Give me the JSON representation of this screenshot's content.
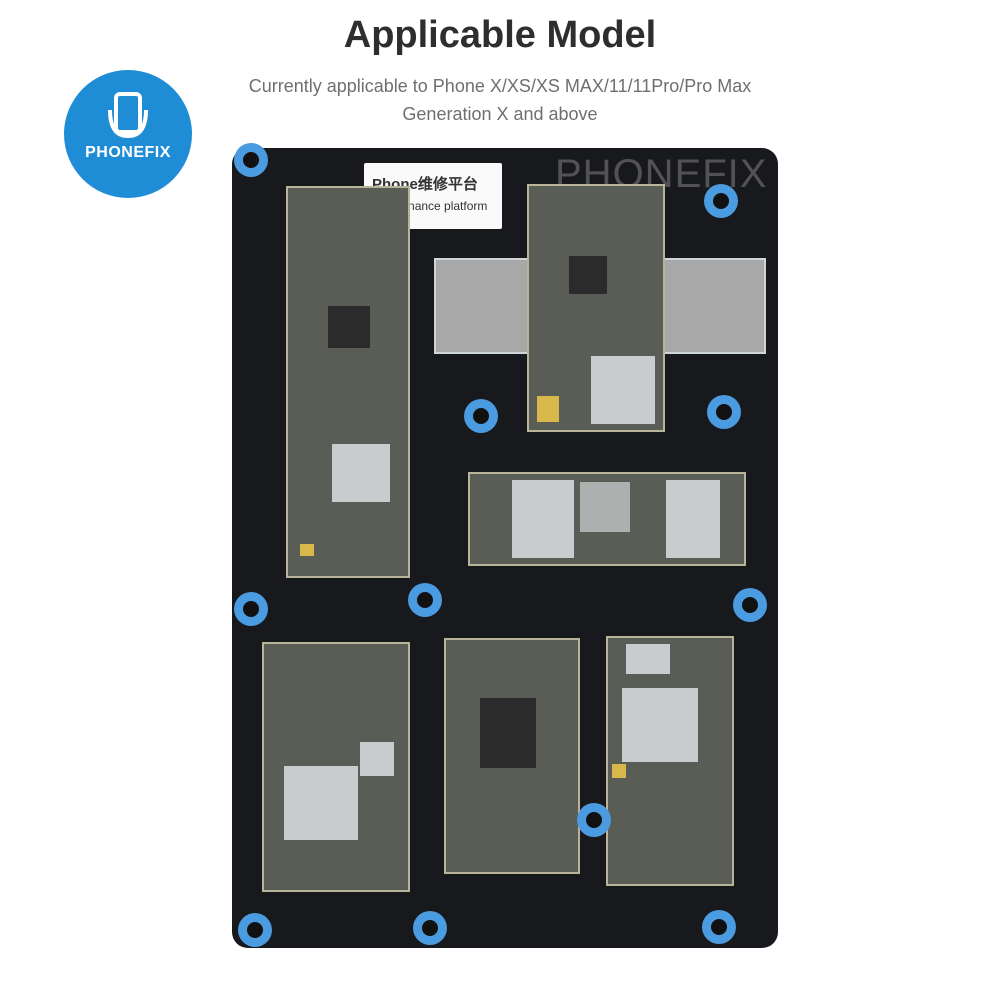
{
  "header": {
    "title": "Applicable Model",
    "subtitle_line1": "Currently applicable to Phone X/XS/XS MAX/11/11Pro/Pro Max",
    "subtitle_line2": "Generation X and above"
  },
  "logo": {
    "text": "PHONEFIX",
    "icon": "phone-repair-icon",
    "color": "#1f8dd6"
  },
  "watermark": {
    "text": "PHONEFIX"
  },
  "platform_label": {
    "main": "Phone维修平台",
    "sub": "Maintenance platform"
  },
  "colors": {
    "board": "#18191d",
    "clamp": "#4a9be0"
  }
}
